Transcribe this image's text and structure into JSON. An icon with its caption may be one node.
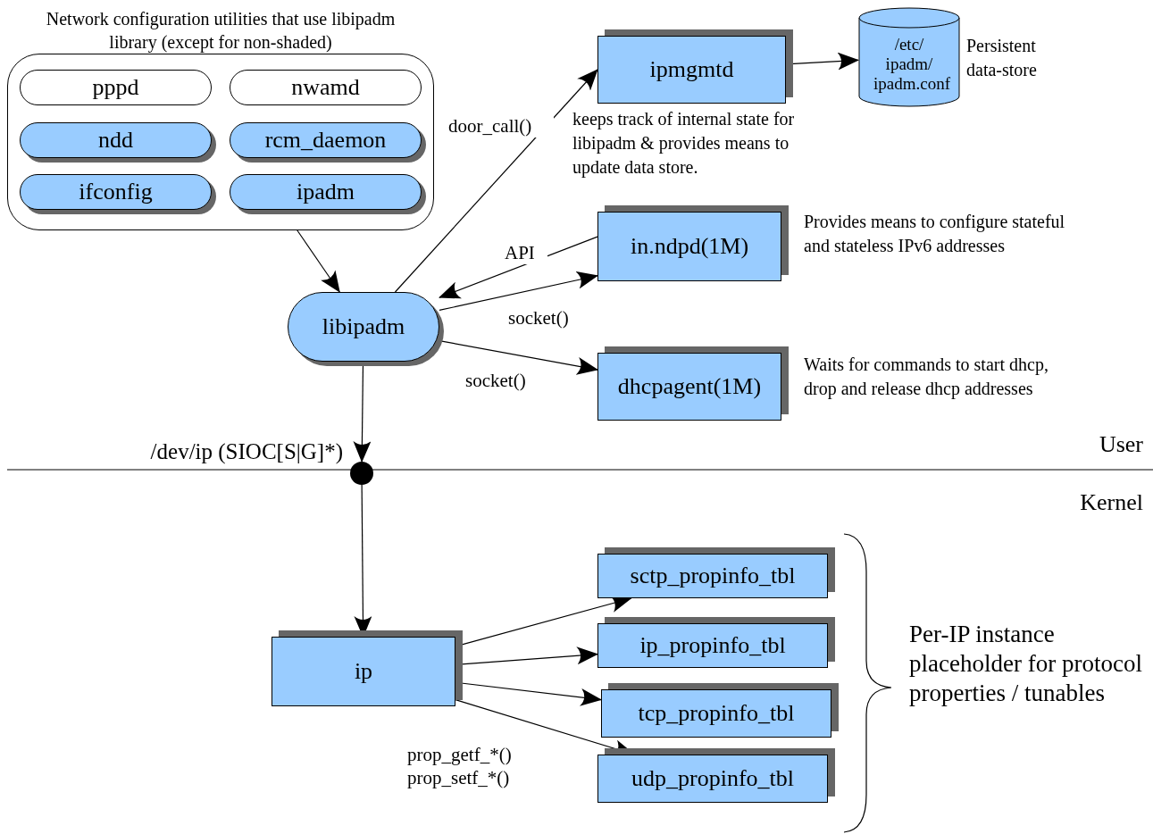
{
  "diagram": {
    "nodes": [
      {
        "text": [
          "Network configuration utilities that use libipadm library (except for non-shaded)"
        ]
      },
      {
        "text": [
          "pppd"
        ],
        "in": 0
      },
      {
        "text": [
          "nwamd"
        ],
        "in": 0
      },
      {
        "text": [
          "ndd"
        ],
        "in": 0
      },
      {
        "text": [
          "rcm_daemon"
        ],
        "in": 0
      },
      {
        "text": [
          "ifconfig"
        ],
        "in": 0
      },
      {
        "text": [
          "ipadm"
        ],
        "in": 0
      },
      {
        "text": [
          "ipmgmtd"
        ],
        "beside": [
          "keeps track of internal state for libipadm & provides means to update data store."
        ]
      },
      {
        "text": [
          "/etc/ ipadm/ ipadm.conf"
        ],
        "beside": [
          "Persistent data-store"
        ]
      },
      {
        "text": [
          "libipadm"
        ]
      },
      {
        "text": [
          "in.ndpd(1M)"
        ],
        "beside": [
          "Provides means to configure stateful and stateless IPv6 addresses"
        ]
      },
      {
        "text": [
          "dhcpagent(1M)"
        ],
        "beside": [
          "Waits for commands to start dhcp, drop and release dhcp addresses"
        ]
      },
      {
        "text": [],
        "shape": "circle",
        "beside": [
          "/dev/ip (SIOC[S|G]*)"
        ]
      },
      {
        "text": [
          "ip"
        ]
      },
      {
        "text": [
          "sctp_propinfo_tbl"
        ]
      },
      {
        "text": [
          "ip_propinfo_tbl"
        ]
      },
      {
        "text": [
          "tcp_propinfo_tbl"
        ]
      },
      {
        "text": [
          "udp_propinfo_tbl"
        ]
      }
    ],
    "edges": [
      {
        "from": 0,
        "to": 9,
        "arrow": "to"
      },
      {
        "from": 9,
        "to": 7,
        "arrow": "to",
        "label": "door_call()"
      },
      {
        "from": 7,
        "to": 8,
        "arrow": "to"
      },
      {
        "from": 10,
        "to": 9,
        "arrow": "to",
        "label": "API"
      },
      {
        "from": 9,
        "to": 10,
        "arrow": "to",
        "label": "socket()"
      },
      {
        "from": 9,
        "to": 11,
        "arrow": "to",
        "label": "socket()"
      },
      {
        "from": 9,
        "to": 12,
        "arrow": "to"
      },
      {
        "from": 12,
        "to": 13,
        "arrow": "to"
      },
      {
        "from": 13,
        "to": 14,
        "arrow": "to"
      },
      {
        "from": 13,
        "to": 15,
        "arrow": "to"
      },
      {
        "from": 13,
        "to": 16,
        "arrow": "to"
      },
      {
        "from": 13,
        "to": 17,
        "arrow": "to",
        "label": "prop_getf_*() prop_setf_*()"
      }
    ],
    "labels": [
      "User",
      "Kernel",
      "Per-IP instance placeholder for protocol properties / tunables"
    ]
  }
}
